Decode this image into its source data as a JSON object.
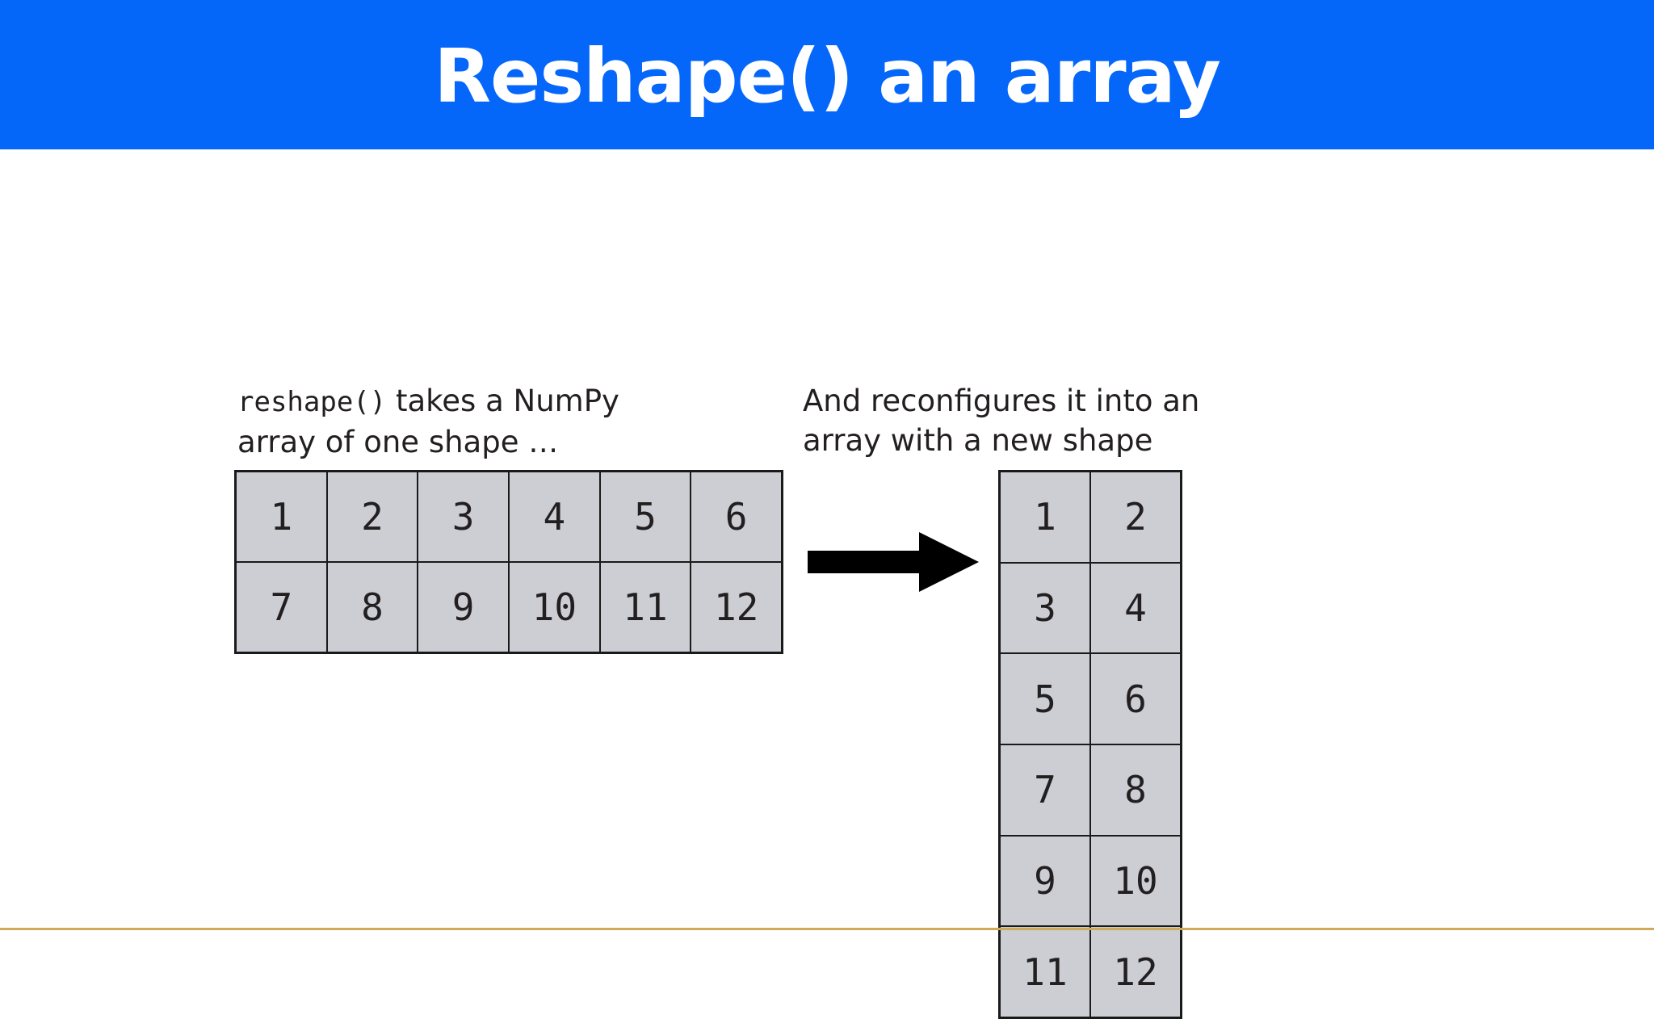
{
  "header": {
    "title": "Reshape() an array",
    "background_color": "#0566fa",
    "text_color": "#ffffff"
  },
  "captions": {
    "left": {
      "code": "reshape()",
      "text": " takes a NumPy array of one shape …"
    },
    "right": {
      "text": "And reconfigures it into an array with a new shape"
    }
  },
  "arrow": {
    "label": "transforms-into-arrow",
    "color": "#000000"
  },
  "footer": {
    "rule_color": "#cdab58"
  },
  "chart_data": {
    "type": "table",
    "title": "Reshape() an array",
    "grids": [
      {
        "name": "source-array",
        "shape": [
          2,
          6
        ],
        "rows": [
          [
            "1",
            "2",
            "3",
            "4",
            "5",
            "6"
          ],
          [
            "7",
            "8",
            "9",
            "10",
            "11",
            "12"
          ]
        ],
        "cell_color": "#ccced4",
        "border_color": "#1a1a1a"
      },
      {
        "name": "result-array",
        "shape": [
          6,
          2
        ],
        "rows": [
          [
            "1",
            "2"
          ],
          [
            "3",
            "4"
          ],
          [
            "5",
            "6"
          ],
          [
            "7",
            "8"
          ],
          [
            "9",
            "10"
          ],
          [
            "11",
            "12"
          ]
        ],
        "cell_color": "#ccced4",
        "border_color": "#1a1a1a"
      }
    ]
  }
}
